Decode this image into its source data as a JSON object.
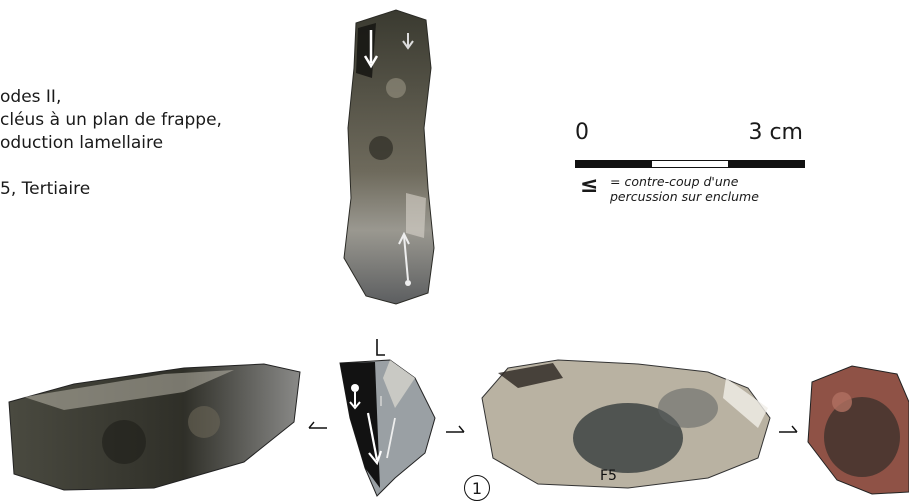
{
  "caption": {
    "lines": [
      "odes II,",
      "cléus à un plan de frappe,",
      "oduction lamellaire",
      "",
      "5, Tertiaire"
    ]
  },
  "scale_bar": {
    "start_label": "0",
    "end_label": "3 cm"
  },
  "legend": {
    "symbol": "≤",
    "line1": "= contre-coup d'une",
    "line2": "percussion sur enclume"
  },
  "artifact_number": "1",
  "artifact_mark": "F5",
  "colors": {
    "ink": "#1a1a1a",
    "stone_dark": "#2b2b26",
    "stone_light": "#bdb6a6",
    "cortex_red": "#9a5a4a"
  }
}
